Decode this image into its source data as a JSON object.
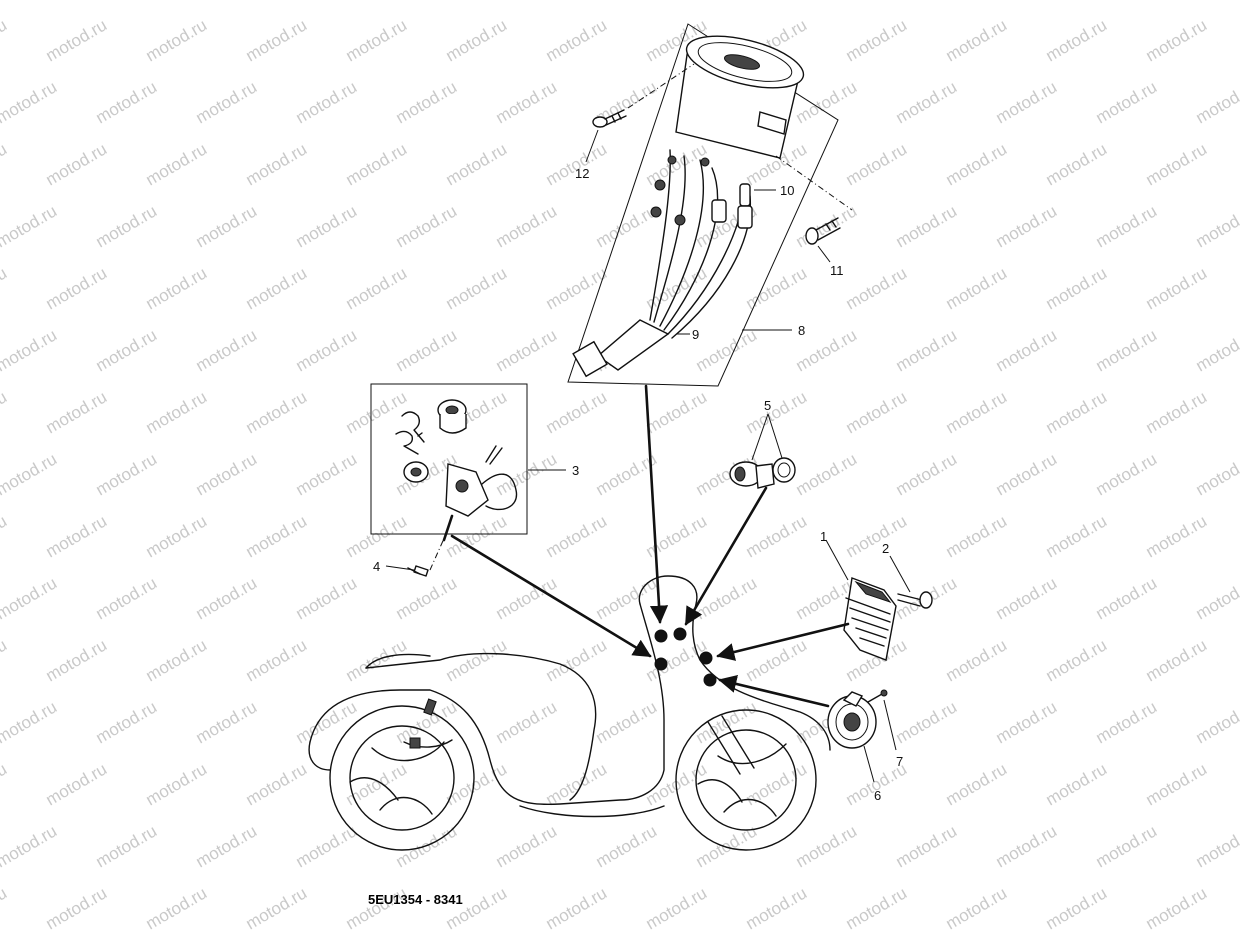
{
  "watermark": {
    "text": "motod.ru"
  },
  "diagram": {
    "code": "5EU1354 - 8341"
  },
  "callouts": [
    {
      "id": "1",
      "label": "1"
    },
    {
      "id": "2",
      "label": "2"
    },
    {
      "id": "3",
      "label": "3"
    },
    {
      "id": "4",
      "label": "4"
    },
    {
      "id": "5",
      "label": "5"
    },
    {
      "id": "6",
      "label": "6"
    },
    {
      "id": "7",
      "label": "7"
    },
    {
      "id": "8",
      "label": "8"
    },
    {
      "id": "9",
      "label": "9"
    },
    {
      "id": "10",
      "label": "10"
    },
    {
      "id": "11",
      "label": "11"
    },
    {
      "id": "12",
      "label": "12"
    }
  ],
  "parts": [
    {
      "id": "1",
      "icon": "rectifier-regulator-icon"
    },
    {
      "id": "2",
      "icon": "bolt-icon"
    },
    {
      "id": "3",
      "icon": "main-switch-kit-icon"
    },
    {
      "id": "4",
      "icon": "screw-icon"
    },
    {
      "id": "5",
      "icon": "bulb-socket-icon"
    },
    {
      "id": "6",
      "icon": "horn-icon"
    },
    {
      "id": "7",
      "icon": "screw-icon"
    },
    {
      "id": "8",
      "icon": "meter-assembly-icon"
    },
    {
      "id": "9",
      "icon": "meter-harness-icon"
    },
    {
      "id": "10",
      "icon": "meter-bulb-icon"
    },
    {
      "id": "11",
      "icon": "screw-icon"
    },
    {
      "id": "12",
      "icon": "screw-icon"
    }
  ]
}
